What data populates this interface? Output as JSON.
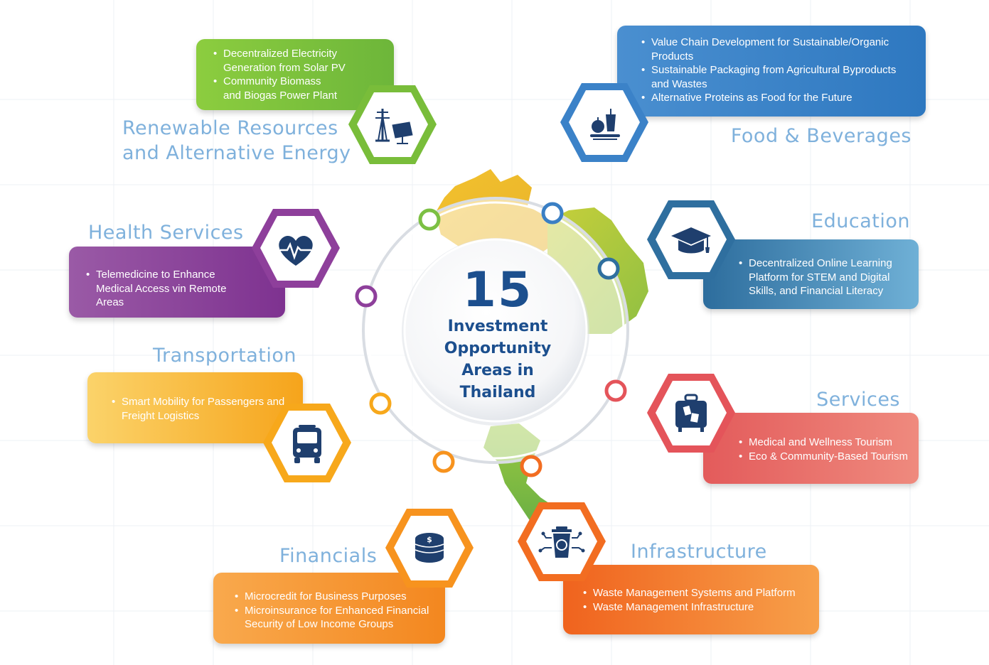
{
  "center": {
    "number": "15",
    "lines": [
      "Investment",
      "Opportunity",
      "Areas in",
      "Thailand"
    ]
  },
  "sectors": {
    "renewable": {
      "title_lines": [
        "Renewable Resources",
        "and Alternative Energy"
      ],
      "bullets": [
        "Decentralized Electricity Generation from Solar PV",
        "Community Biomass and Biogas Power Plant"
      ],
      "icon": "solar-power-icon",
      "color": "#79bd3a"
    },
    "food": {
      "title_lines": [
        "Food & Beverages"
      ],
      "bullets": [
        "Value Chain Development for Sustainable/Organic Products",
        "Sustainable Packaging from Agricultural Byproducts and Wastes",
        "Alternative Proteins as Food for the Future"
      ],
      "icon": "food-drink-icon",
      "color": "#3b82c8"
    },
    "health": {
      "title_lines": [
        "Health Services"
      ],
      "bullets": [
        "Telemedicine to Enhance Medical Access vin Remote Areas"
      ],
      "icon": "heart-pulse-icon",
      "color": "#8e3f9b"
    },
    "education": {
      "title_lines": [
        "Education"
      ],
      "bullets": [
        "Decentralized Online Learning Platform for STEM and Digital Skills, and Financial Literacy"
      ],
      "icon": "graduation-cap-icon",
      "color": "#2f6f9f"
    },
    "transportation": {
      "title_lines": [
        "Transportation"
      ],
      "bullets": [
        "Smart Mobility for Passengers and Freight Logistics"
      ],
      "icon": "bus-icon",
      "color": "#f7a81b"
    },
    "services": {
      "title_lines": [
        "Services"
      ],
      "bullets": [
        "Medical and Wellness Tourism",
        "Eco & Community-Based Tourism"
      ],
      "icon": "luggage-icon",
      "color": "#e4545a"
    },
    "financials": {
      "title_lines": [
        "Financials"
      ],
      "bullets": [
        "Microcredit for Business Purposes",
        "Microinsurance for Enhanced Financial Security of Low Income Groups"
      ],
      "icon": "coins-icon",
      "color": "#f7931e"
    },
    "infrastructure": {
      "title_lines": [
        "Infrastructure"
      ],
      "bullets": [
        "Waste Management Systems and Platform",
        "Waste Management Infrastructure"
      ],
      "icon": "recycle-bin-icon",
      "color": "#f26d21"
    }
  }
}
